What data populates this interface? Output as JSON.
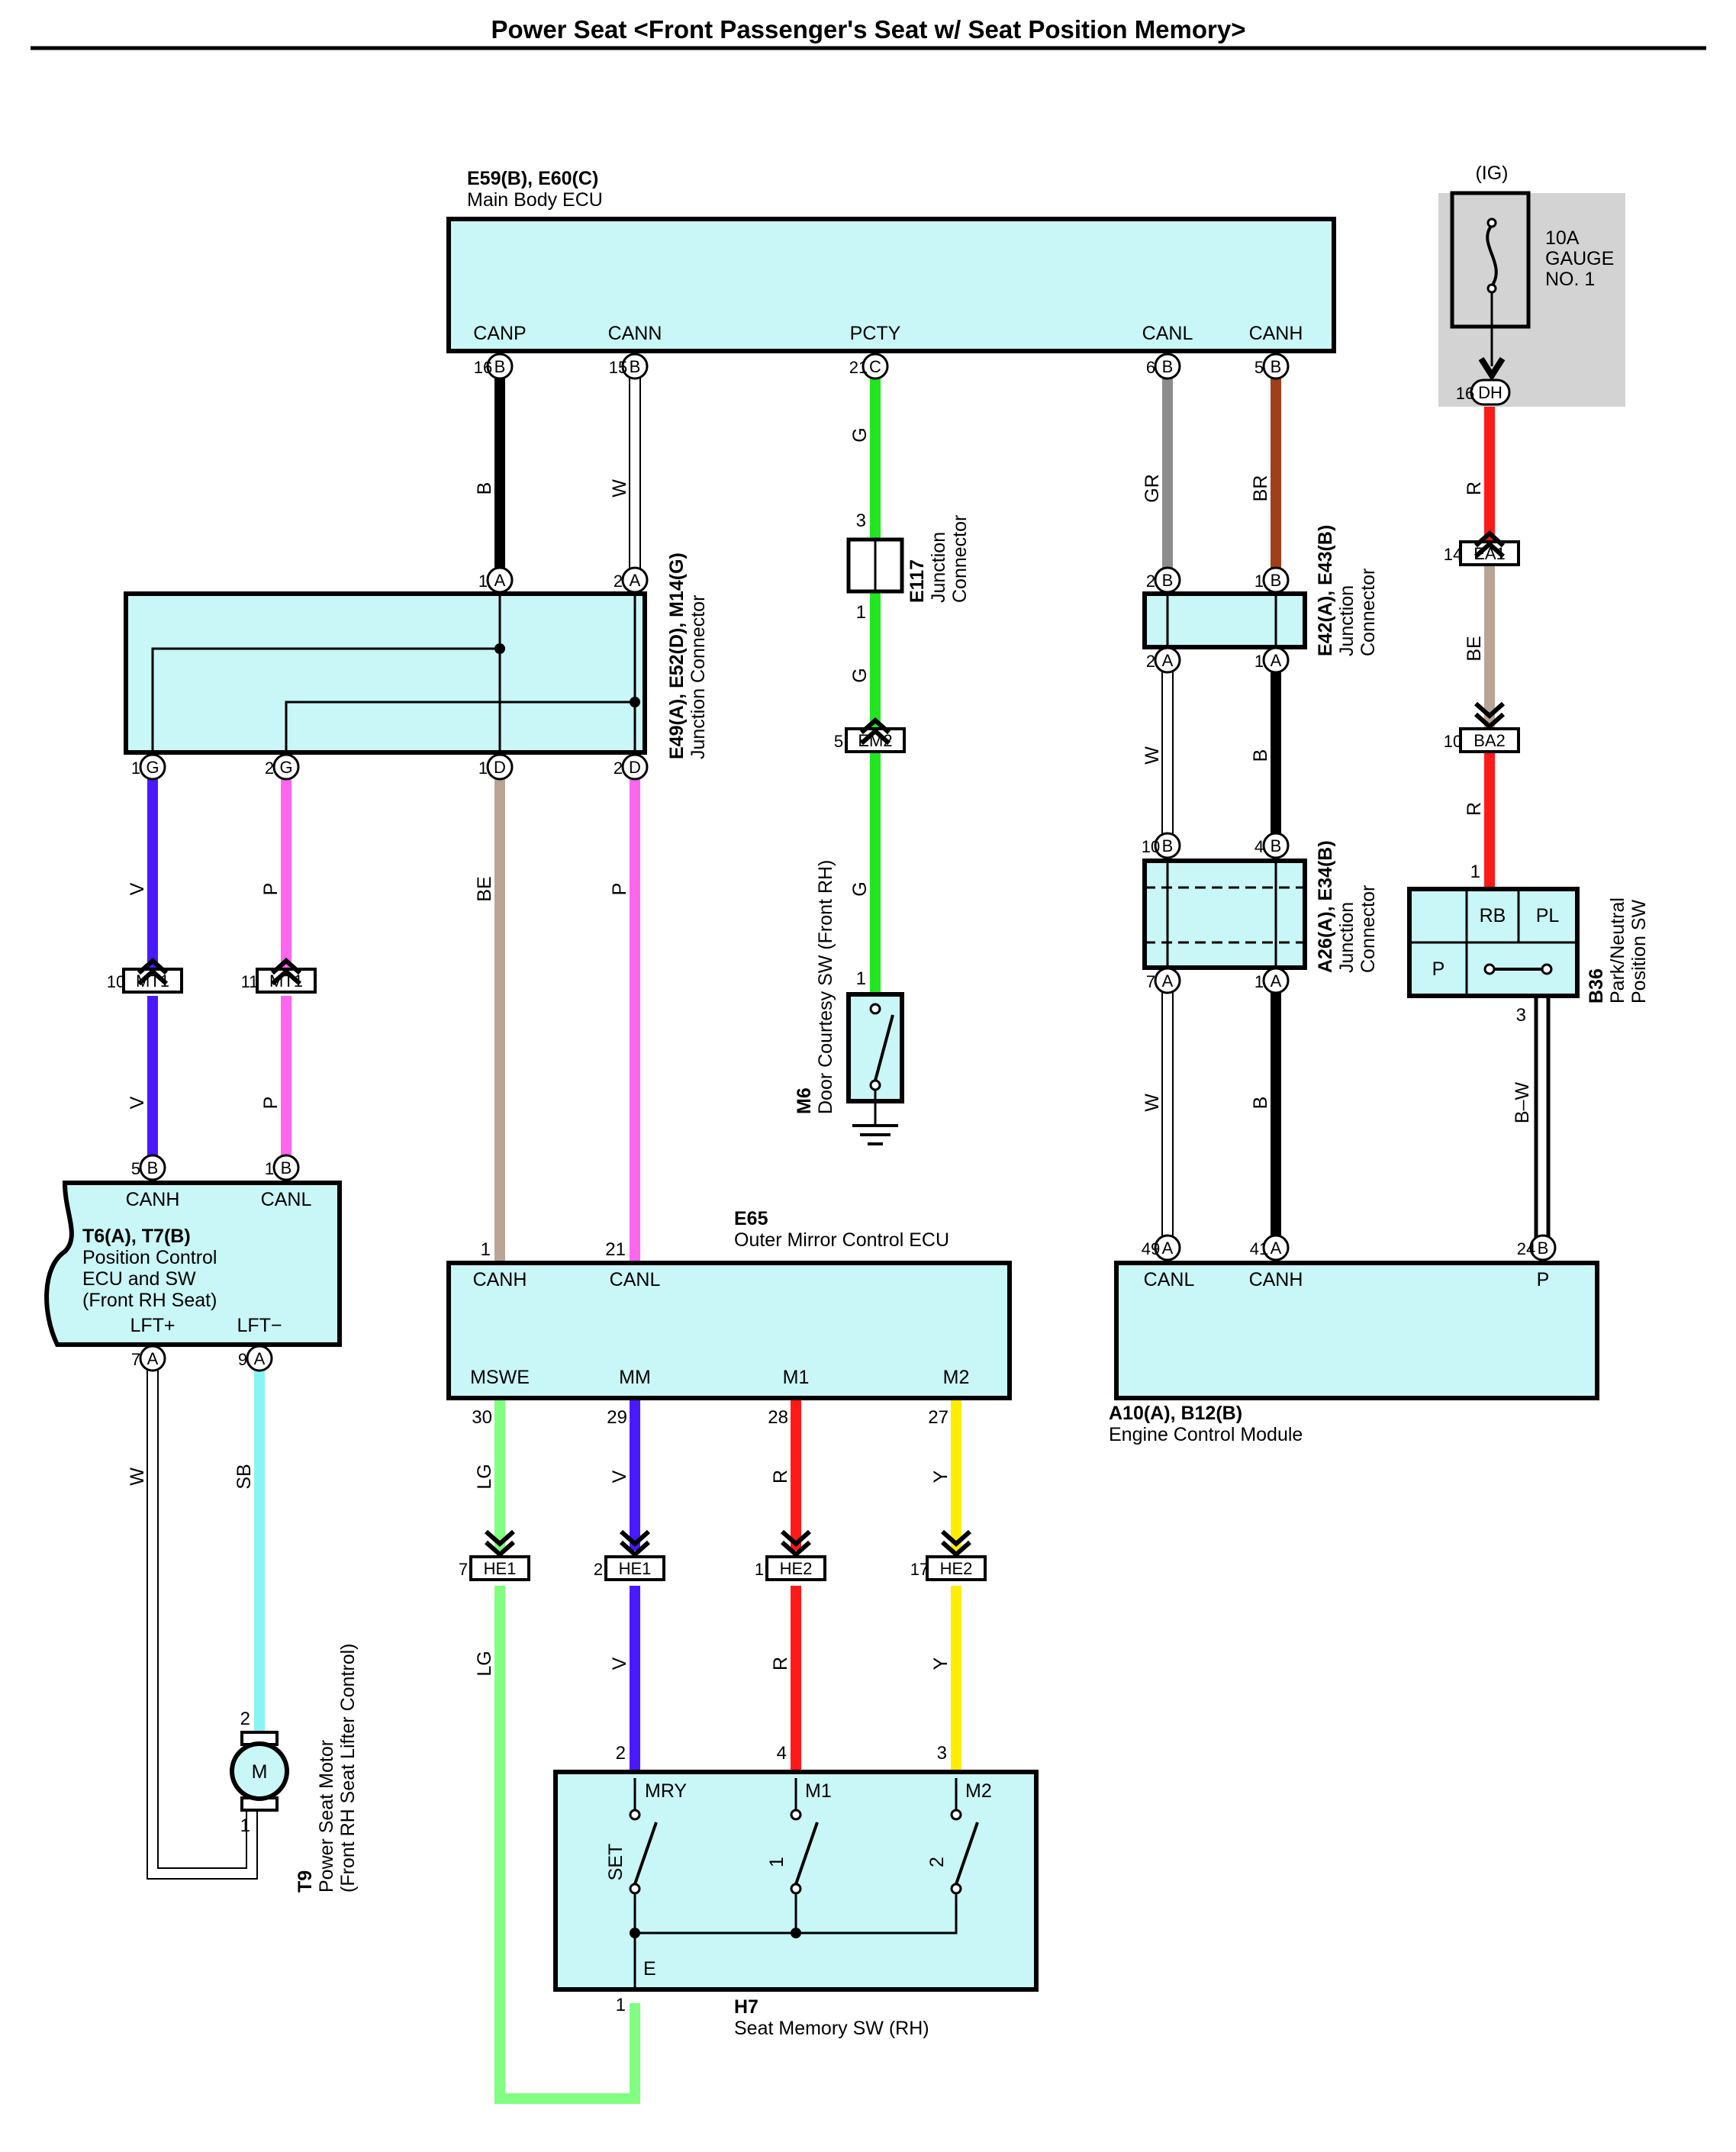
{
  "title": "Power Seat <Front Passenger's Seat w/ Seat Position Memory>",
  "components": {
    "main_body_ecu": {
      "code": "E59(B), E60(C)",
      "name": "Main Body ECU",
      "terms": [
        "CANP",
        "CANN",
        "PCTY",
        "CANL",
        "CANH"
      ]
    },
    "fuse": {
      "power": "(IG)",
      "line1": "10A",
      "line2": "GAUGE",
      "line3": "NO. 1"
    },
    "jc_e49": {
      "code": "E49(A), E52(D), M14(G)",
      "name": "Junction Connector"
    },
    "jc_e117": {
      "code": "E117",
      "name1": "Junction",
      "name2": "Connector"
    },
    "jc_e42": {
      "code": "E42(A), E43(B)",
      "name1": "Junction",
      "name2": "Connector"
    },
    "jc_a26": {
      "code": "A26(A), E34(B)",
      "name1": "Junction",
      "name2": "Connector"
    },
    "door_sw": {
      "code": "M6",
      "name": "Door Courtesy SW (Front RH)"
    },
    "pnp_sw": {
      "code": "B36",
      "name1": "Park/Neutral",
      "name2": "Position SW",
      "terms": [
        "RB",
        "PL",
        "P"
      ]
    },
    "pos_ecu": {
      "code": "T6(A), T7(B)",
      "name1": "Position Control",
      "name2": "ECU and SW",
      "name3": "(Front RH Seat)",
      "terms": [
        "CANH",
        "CANL",
        "LFT+",
        "LFT−"
      ]
    },
    "mirror_ecu": {
      "code": "E65",
      "name": "Outer Mirror Control ECU",
      "terms": [
        "CANH",
        "CANL",
        "MSWE",
        "MM",
        "M1",
        "M2"
      ]
    },
    "ecm": {
      "code": "A10(A), B12(B)",
      "name": "Engine Control Module",
      "terms": [
        "CANL",
        "CANH",
        "P"
      ]
    },
    "motor": {
      "code": "T9",
      "name1": "Power Seat Motor",
      "name2": "(Front RH Seat Lifter Control)",
      "symbol": "M"
    },
    "memory_sw": {
      "code": "H7",
      "name": "Seat Memory SW (RH)",
      "terms": [
        "MRY",
        "M1",
        "M2",
        "E"
      ],
      "switches": [
        "SET",
        "1",
        "2"
      ]
    }
  },
  "wire_colors": {
    "B": "#000000",
    "W": "#ffffff",
    "G": "#22e622",
    "GR": "#8c8c8c",
    "BR": "#a0401a",
    "R": "#ff1a1a",
    "BE": "#b9a595",
    "V": "#4a1aff",
    "P": "#ff66ee",
    "SB": "#88f4f4",
    "LG": "#80ff80",
    "Y": "#ffee00"
  },
  "wires": {
    "canp": "B",
    "cann": "W",
    "pcty1": "G",
    "pcty2": "G",
    "pcty3": "G",
    "canl1": "GR",
    "canh1": "BR",
    "ig1": "R",
    "ig2": "BE",
    "ig3": "R",
    "canl2": "W",
    "canh2": "B",
    "canl3": "W",
    "canh3": "B",
    "pnp": "B–W",
    "g1a": "V",
    "g1b": "V",
    "g2a": "P",
    "g2b": "P",
    "d1": "BE",
    "d2": "P",
    "lftp": "W",
    "lftm": "SB",
    "mswe1": "LG",
    "mswe2": "LG",
    "mm1": "V",
    "mm2": "V",
    "m1a": "R",
    "m1b": "R",
    "m2a": "Y",
    "m2b": "Y"
  },
  "pins": {
    "ecu_16": {
      "n": "16",
      "c": "B"
    },
    "ecu_15": {
      "n": "15",
      "c": "B"
    },
    "ecu_21": {
      "n": "21",
      "c": "C"
    },
    "ecu_6": {
      "n": "6",
      "c": "B"
    },
    "ecu_5": {
      "n": "5",
      "c": "B"
    },
    "fuse_16": {
      "n": "16",
      "c": "DH"
    },
    "e49_a1": {
      "n": "1",
      "c": "A"
    },
    "e49_a2": {
      "n": "2",
      "c": "A"
    },
    "e49_g1": {
      "n": "1",
      "c": "G"
    },
    "e49_g2": {
      "n": "2",
      "c": "G"
    },
    "e49_d1": {
      "n": "1",
      "c": "D"
    },
    "e49_d2": {
      "n": "2",
      "c": "D"
    },
    "e117_3": {
      "n": "3"
    },
    "e117_1": {
      "n": "1"
    },
    "m6_1": {
      "n": "1"
    },
    "e42_b2": {
      "n": "2",
      "c": "B"
    },
    "e42_b1": {
      "n": "1",
      "c": "B"
    },
    "e42_a2": {
      "n": "2",
      "c": "A"
    },
    "e42_a1": {
      "n": "1",
      "c": "A"
    },
    "a26_b10": {
      "n": "10",
      "c": "B"
    },
    "a26_b4": {
      "n": "4",
      "c": "B"
    },
    "a26_a7": {
      "n": "7",
      "c": "A"
    },
    "a26_a1": {
      "n": "1",
      "c": "A"
    },
    "b36_1": {
      "n": "1"
    },
    "b36_3": {
      "n": "3"
    },
    "t6_5": {
      "n": "5",
      "c": "B"
    },
    "t6_1": {
      "n": "1",
      "c": "B"
    },
    "t6_7": {
      "n": "7",
      "c": "A"
    },
    "t6_9": {
      "n": "9",
      "c": "A"
    },
    "e65_1": {
      "n": "1"
    },
    "e65_21": {
      "n": "21"
    },
    "e65_30": {
      "n": "30"
    },
    "e65_29": {
      "n": "29"
    },
    "e65_28": {
      "n": "28"
    },
    "e65_27": {
      "n": "27"
    },
    "ecm_49": {
      "n": "49",
      "c": "A"
    },
    "ecm_41": {
      "n": "41",
      "c": "A"
    },
    "ecm_24": {
      "n": "24",
      "c": "B"
    },
    "t9_2": {
      "n": "2"
    },
    "t9_1": {
      "n": "1"
    },
    "h7_2": {
      "n": "2"
    },
    "h7_4": {
      "n": "4"
    },
    "h7_3": {
      "n": "3"
    },
    "h7_1": {
      "n": "1"
    }
  },
  "connectors": {
    "ea1": {
      "n": "14",
      "name": "EA1"
    },
    "ba2": {
      "n": "10",
      "name": "BA2"
    },
    "em2": {
      "n": "5",
      "name": "EM2"
    },
    "mt1a": {
      "n": "10",
      "name": "MT1"
    },
    "mt1b": {
      "n": "11",
      "name": "MT1"
    },
    "he1a": {
      "n": "7",
      "name": "HE1"
    },
    "he1b": {
      "n": "2",
      "name": "HE1"
    },
    "he2a": {
      "n": "1",
      "name": "HE2"
    },
    "he2b": {
      "n": "17",
      "name": "HE2"
    }
  }
}
